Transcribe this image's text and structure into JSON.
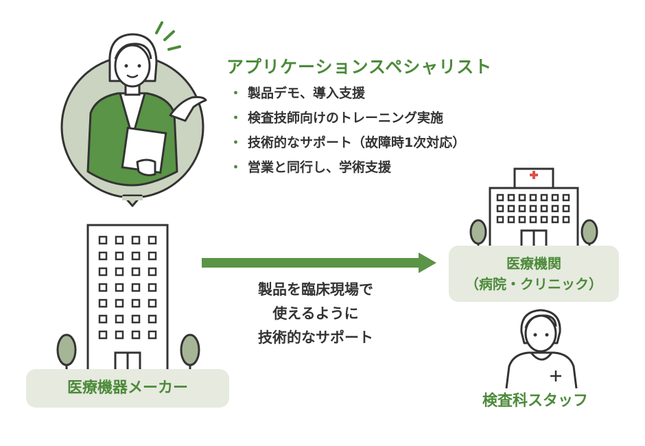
{
  "specialist": {
    "title": "アプリケーションスペシャリスト",
    "bullet": "・",
    "duties": [
      "製品デモ、導入支援",
      "検査技師向けのトレーニング実施",
      "技術的なサポート（故障時1次対応）",
      "営業と同行し、学術支援"
    ]
  },
  "arrow_caption": {
    "lines": [
      "製品を臨床現場で",
      "使えるように",
      "技術的なサポート"
    ]
  },
  "maker": {
    "label": "医療機器メーカー"
  },
  "hospital": {
    "line1": "医療機関",
    "line2": "（病院・クリニック）"
  },
  "staff": {
    "label": "検査科スタッフ"
  },
  "colors": {
    "accent_green": "#4c8a3a",
    "person_green": "#5a9446",
    "circle_fill": "#cbd4c0",
    "label_bg": "#e6eadf",
    "line_dark": "#333333",
    "tree_green": "#a5b596",
    "cross_red": "#d9534f"
  },
  "icons": [
    "specialist-person-icon",
    "maker-building-icon",
    "hospital-building-icon",
    "hospital-cross-icon",
    "tree-icon",
    "staff-person-icon",
    "arrow-right-icon"
  ]
}
